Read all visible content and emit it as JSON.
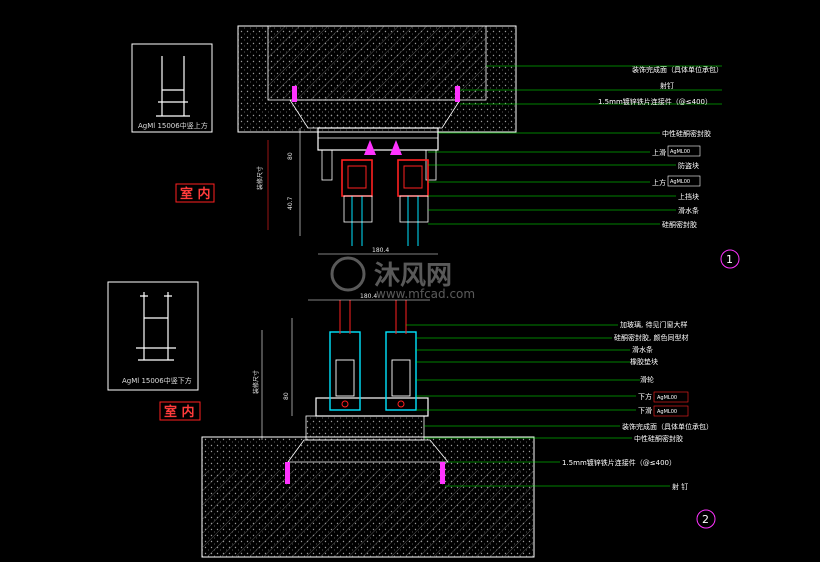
{
  "section_1": {
    "room_label": "室 内",
    "detail_caption": "AgMl 15006中竖上方",
    "callouts": [
      "装饰完成面（具体单位承包）",
      "射钉",
      "1.5mm镀锌铁片连接件（@≤400）",
      "中性硅酮密封胶",
      "上滑",
      "防盗块",
      "上方",
      "上挡块",
      "滑水条",
      "硅酮密封胶"
    ],
    "tag_labels": [
      "AgML00",
      "AgML00"
    ],
    "dims": [
      "180.4",
      "80",
      "40.7",
      "装修尺寸"
    ],
    "section_number": "1"
  },
  "section_2": {
    "room_label": "室 内",
    "detail_caption": "AgMl 15006中竖下方",
    "callouts": [
      "加玻璃, 待见门窗大样",
      "硅酮密封胶, 颜色同型材",
      "滑水条",
      "橡胶垫块",
      "滑轮",
      "下方",
      "下滑",
      "装饰完成面（具体单位承包）",
      "中性硅酮密封胶",
      "1.5mm镀锌铁片连接件（@≤400）",
      "射 钉"
    ],
    "tag_labels": [
      "AgML00",
      "AgML00"
    ],
    "dims": [
      "180.4",
      "80",
      "装修尺寸"
    ],
    "section_number": "2"
  },
  "watermark": {
    "brand": "沐风网",
    "url": "www.mfcad.com"
  },
  "colors": {
    "background": "#000000",
    "leader": "#00ff00",
    "profile": "#00e5ff",
    "accent_red": "#ff2020",
    "magenta": "#ff33ff",
    "concrete_border": "#ffffff"
  }
}
